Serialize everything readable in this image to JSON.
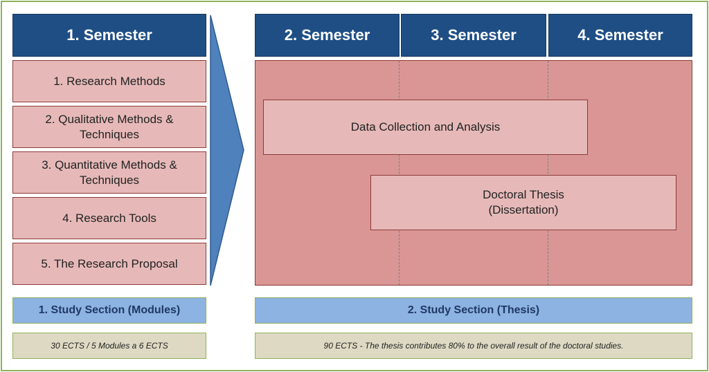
{
  "semesters": [
    "1. Semester",
    "2. Semester",
    "3. Semester",
    "4. Semester"
  ],
  "modules": [
    "1. Research Methods",
    "2. Qualitative Methods &\nTechniques",
    "3. Quantitative Methods &\nTechniques",
    "4. Research Tools",
    "5. The Research Proposal"
  ],
  "thesis_bars": {
    "data_collection": "Data Collection and Analysis",
    "doctoral_thesis": "Doctoral Thesis\n(Dissertation)"
  },
  "sections": {
    "modules": "1. Study Section (Modules)",
    "thesis": "2. Study Section (Thesis)"
  },
  "notes": {
    "modules": "30 ECTS / 5 Modules a 6 ECTS",
    "thesis": "90 ECTS - The thesis contributes 80% to the overall result of the doctoral studies."
  },
  "colors": {
    "header": "#1f4e85",
    "module_fill": "#e6b9b8",
    "thesis_panel": "#d99694",
    "arrow": "#4f81bd",
    "section": "#8db3e2",
    "note": "#ddd9c3",
    "frame": "#8fb35a"
  }
}
